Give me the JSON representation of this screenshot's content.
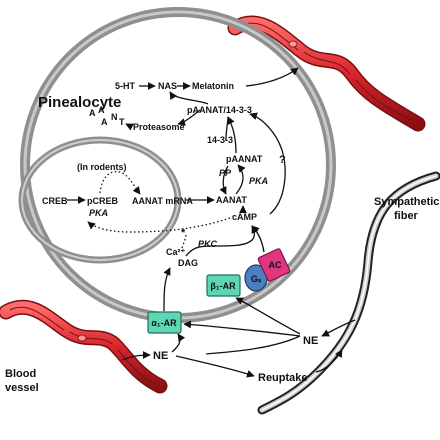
{
  "cell": {
    "title": "Pinealocyte",
    "nucleus_label": "(In rodents)"
  },
  "pathway": {
    "ht": "5-HT",
    "nas": "NAS",
    "melatonin": "Melatonin",
    "paanat_complex": "pAANAT/14-3-3",
    "proteasome": "Proteasome",
    "p1433": "14-3-3",
    "paanat": "pAANAT",
    "pp": "PP",
    "pka": "PKA",
    "aanat": "AANAT",
    "question": "?",
    "camp": "cAMP",
    "creb": "CREB",
    "pcreb": "pCREB",
    "pka_nuc": "PKA",
    "aanat_mrna": "AANAT mRNA",
    "pkc": "PKC",
    "ca": "Ca²⁺",
    "dag": "DAG",
    "asterisk": "*"
  },
  "fragments": [
    "A",
    "A",
    "A",
    "N",
    "T"
  ],
  "receptors": {
    "alpha1": "α₁-AR",
    "beta1": "β₁-AR",
    "gs": "Gₛ",
    "ac": "AC"
  },
  "external": {
    "sympathetic": "Sympathetic\nfiber",
    "sympathetic_l1": "Sympathetic",
    "sympathetic_l2": "fiber",
    "ne_right": "NE",
    "ne_left": "NE",
    "blood_l1": "Blood",
    "blood_l2": "vessel",
    "reuptake": "Reuptake"
  },
  "colors": {
    "vessel": "#d8262b",
    "vessel_dark": "#7a0f12",
    "membrane": "#8f8f8f",
    "receptor": "#5fd6b3",
    "gs": "#4a7fc1",
    "ac": "#e0357f"
  }
}
